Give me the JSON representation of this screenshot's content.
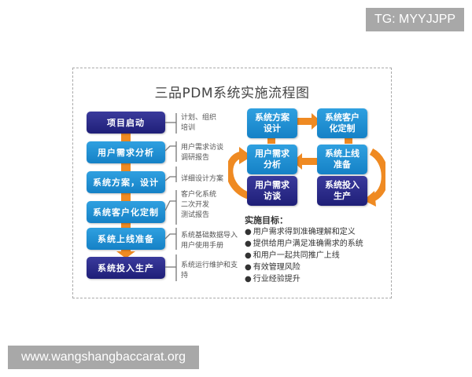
{
  "watermarks": {
    "top_right": "TG: MYYJJPP",
    "bottom_left": "www.wangshangbaccarat.org"
  },
  "diagram": {
    "title": "三品PDM系统实施流程图",
    "colors": {
      "dark_box": "#23237e",
      "light_box": "#1b8ad0",
      "arrow": "#ef8a22",
      "frame": "#a9a9a9"
    },
    "left_flow": [
      {
        "label": "项目启动",
        "style": "dark",
        "notes": [
          "计划、组织",
          "培训"
        ]
      },
      {
        "label": "用户需求分析",
        "style": "light",
        "notes": [
          "用户需求访谈",
          "调研报告"
        ]
      },
      {
        "label": "系统方案，设计",
        "style": "light",
        "notes": [
          "详细设计方案"
        ]
      },
      {
        "label": "系统客户化定制",
        "style": "light",
        "notes": [
          "客户化系统",
          "二次开发",
          "测试报告"
        ]
      },
      {
        "label": "系统上线准备",
        "style": "light",
        "notes": [
          "系统基础数据导入",
          "用户使用手册"
        ]
      },
      {
        "label": "系统投入生产",
        "style": "dark",
        "notes": [
          "系统运行维护和支",
          "持"
        ]
      }
    ],
    "cycle": [
      {
        "label": "系统方案设计",
        "line1": "系统方案",
        "line2": "设计",
        "style": "light"
      },
      {
        "label": "系统客户化定制",
        "line1": "系统客户",
        "line2": "化定制",
        "style": "light"
      },
      {
        "label": "用户需求分析",
        "line1": "用户需求",
        "line2": "分析",
        "style": "light"
      },
      {
        "label": "系统上线准备",
        "line1": "系统上线",
        "line2": "准备",
        "style": "light"
      },
      {
        "label": "用户需求访谈",
        "line1": "用户需求",
        "line2": "访谈",
        "style": "dark"
      },
      {
        "label": "系统投入生产",
        "line1": "系统投入",
        "line2": "生产",
        "style": "dark"
      }
    ],
    "goals": {
      "title": "实施目标：",
      "items": [
        "用户需求得到准确理解和定义",
        "提供给用户满足准确需求的系统",
        "和用户一起共同推广上线",
        "有效管理风险",
        "行业经验提升"
      ]
    }
  }
}
